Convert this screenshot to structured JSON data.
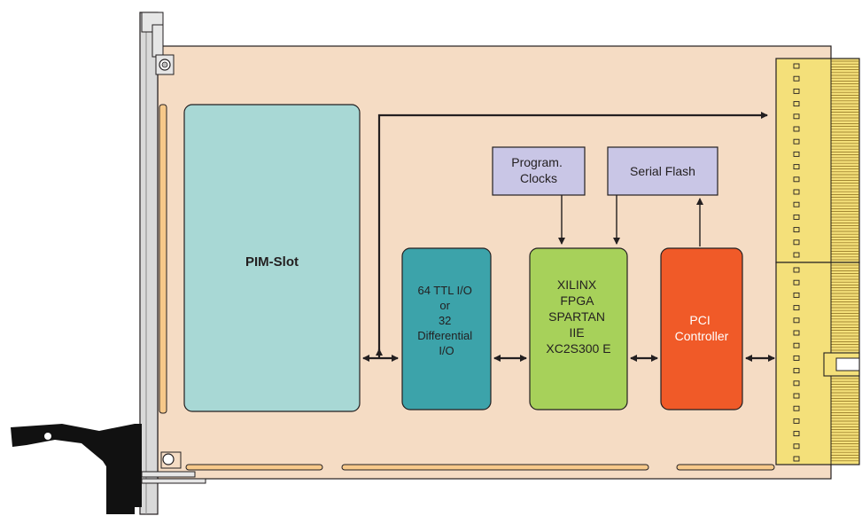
{
  "diagram": {
    "pim_slot": {
      "label": "PIM-Slot"
    },
    "io_block": {
      "lines": [
        "64 TTL I/O",
        "or",
        "32",
        "Differential",
        "I/O"
      ]
    },
    "fpga_block": {
      "lines": [
        "XILINX",
        "FPGA",
        "",
        "SPARTAN",
        "IIE",
        "XC2S300 E"
      ]
    },
    "pci_block": {
      "lines": [
        "PCI",
        "Controller"
      ]
    },
    "clocks_block": {
      "lines": [
        "Program.",
        "Clocks"
      ]
    },
    "flash_block": {
      "lines": [
        "Serial Flash"
      ]
    }
  },
  "colors": {
    "board": "#f5dcc4",
    "pim_slot": "#a8d8d5",
    "io_block": "#3ca3aa",
    "fpga_block": "#a7d15a",
    "pci_block": "#f05a28",
    "clocks_block": "#c9c6e6",
    "flash_block": "#c9c6e6",
    "connector": "#f4e07a",
    "outline": "#231f20"
  }
}
